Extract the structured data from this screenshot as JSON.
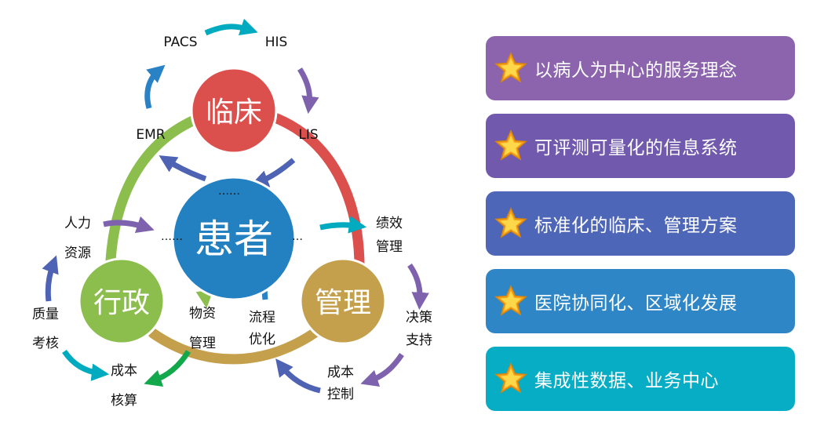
{
  "colors": {
    "clinical": "#db4f4c",
    "patient": "#2381c2",
    "admin": "#8cbe4e",
    "management": "#c5a04c",
    "ring_left": "#8cbe4e",
    "ring_right": "#db4f4c",
    "ring_bottom": "#c5a04c",
    "arrow_teal": "#00abbf",
    "arrow_blue": "#2a82c6",
    "arrow_purple": "#7e62ad",
    "arrow_indigo": "#4e63b4",
    "arrow_green": "#12a84b",
    "star_outer": "#f7a21c",
    "star_inner": "#ffd84a"
  },
  "nodes": {
    "clinical": "临床",
    "patient": "患者",
    "admin": "行政",
    "management": "管理"
  },
  "labels": {
    "pacs": "PACS",
    "his": "HIS",
    "emr": "EMR",
    "lis": "LIS",
    "hr_1": "人力",
    "hr_2": "资源",
    "perf_1": "绩效",
    "perf_2": "管理",
    "quality_1": "质量",
    "quality_2": "考核",
    "decision_1": "决策",
    "decision_2": "支持",
    "costacc_1": "成本",
    "costacc_2": "核算",
    "costctl_1": "成本",
    "costctl_2": "控制",
    "material_1": "物资",
    "material_2": "管理",
    "process_1": "流程",
    "process_2": "优化",
    "dots_top": "……",
    "dots_left": "……",
    "dots_right": "…"
  },
  "panels": [
    {
      "text": "以病人为中心的服务理念",
      "color": "#8c63ad"
    },
    {
      "text": "可评测可量化的信息系统",
      "color": "#7159ad"
    },
    {
      "text": "标准化的临床、管理方案",
      "color": "#4e66b8"
    },
    {
      "text": "医院协同化、区域化发展",
      "color": "#2f86c6"
    },
    {
      "text": "集成性数据、业务中心",
      "color": "#07adc4"
    }
  ]
}
